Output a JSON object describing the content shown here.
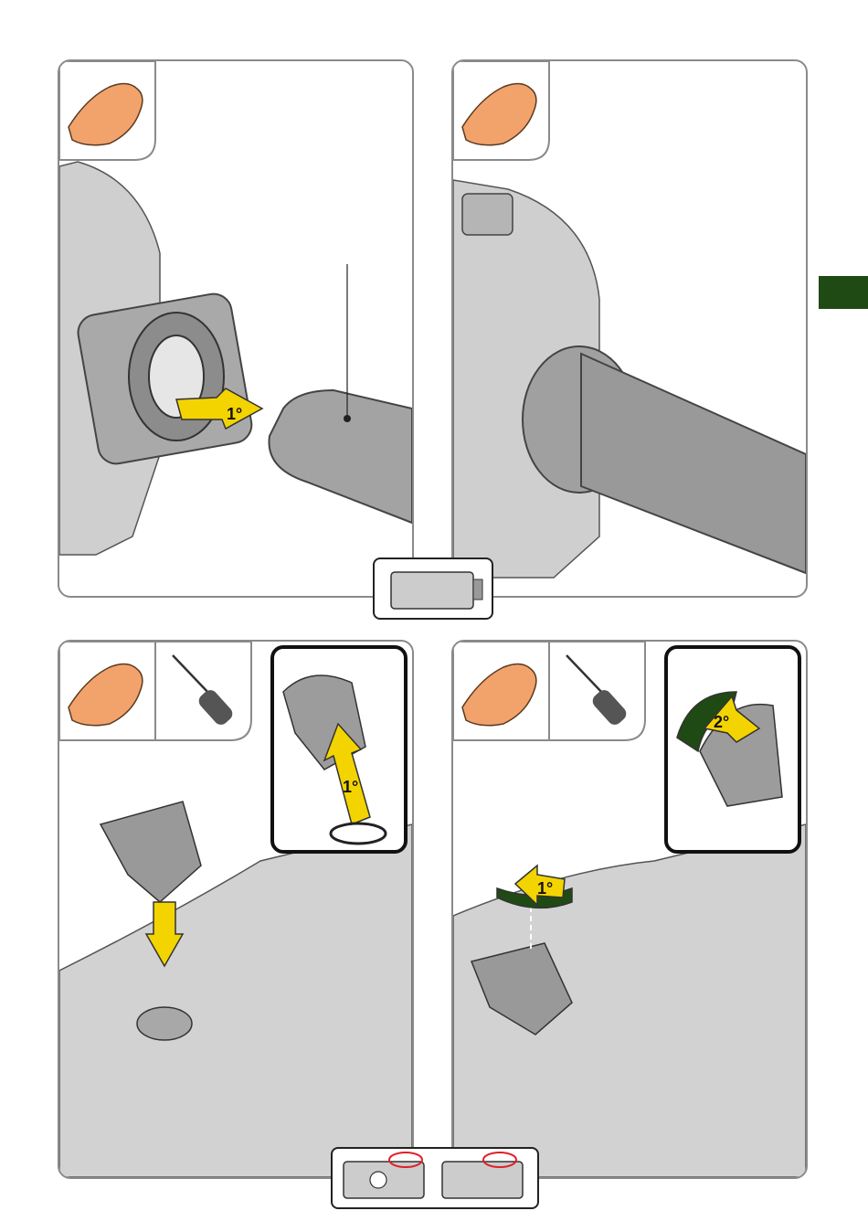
{
  "colors": {
    "section_tab": "#1f4a14",
    "arrow_yellow": "#f3d400",
    "arrow_green": "#1f4a14",
    "hand": "#f2a36b",
    "highlight_red": "#e0202a"
  },
  "steps": {
    "step1": {
      "arrow_label": "1°",
      "icons": [
        "hand-icon"
      ]
    },
    "step2": {
      "icons": [
        "hand-icon"
      ]
    },
    "step3": {
      "arrow_label": "1°",
      "icons": [
        "hand-icon",
        "screwdriver-icon"
      ]
    },
    "step4": {
      "arrow_label_1": "1°",
      "arrow_label_2": "2°",
      "icons": [
        "hand-icon",
        "screwdriver-icon"
      ]
    }
  }
}
